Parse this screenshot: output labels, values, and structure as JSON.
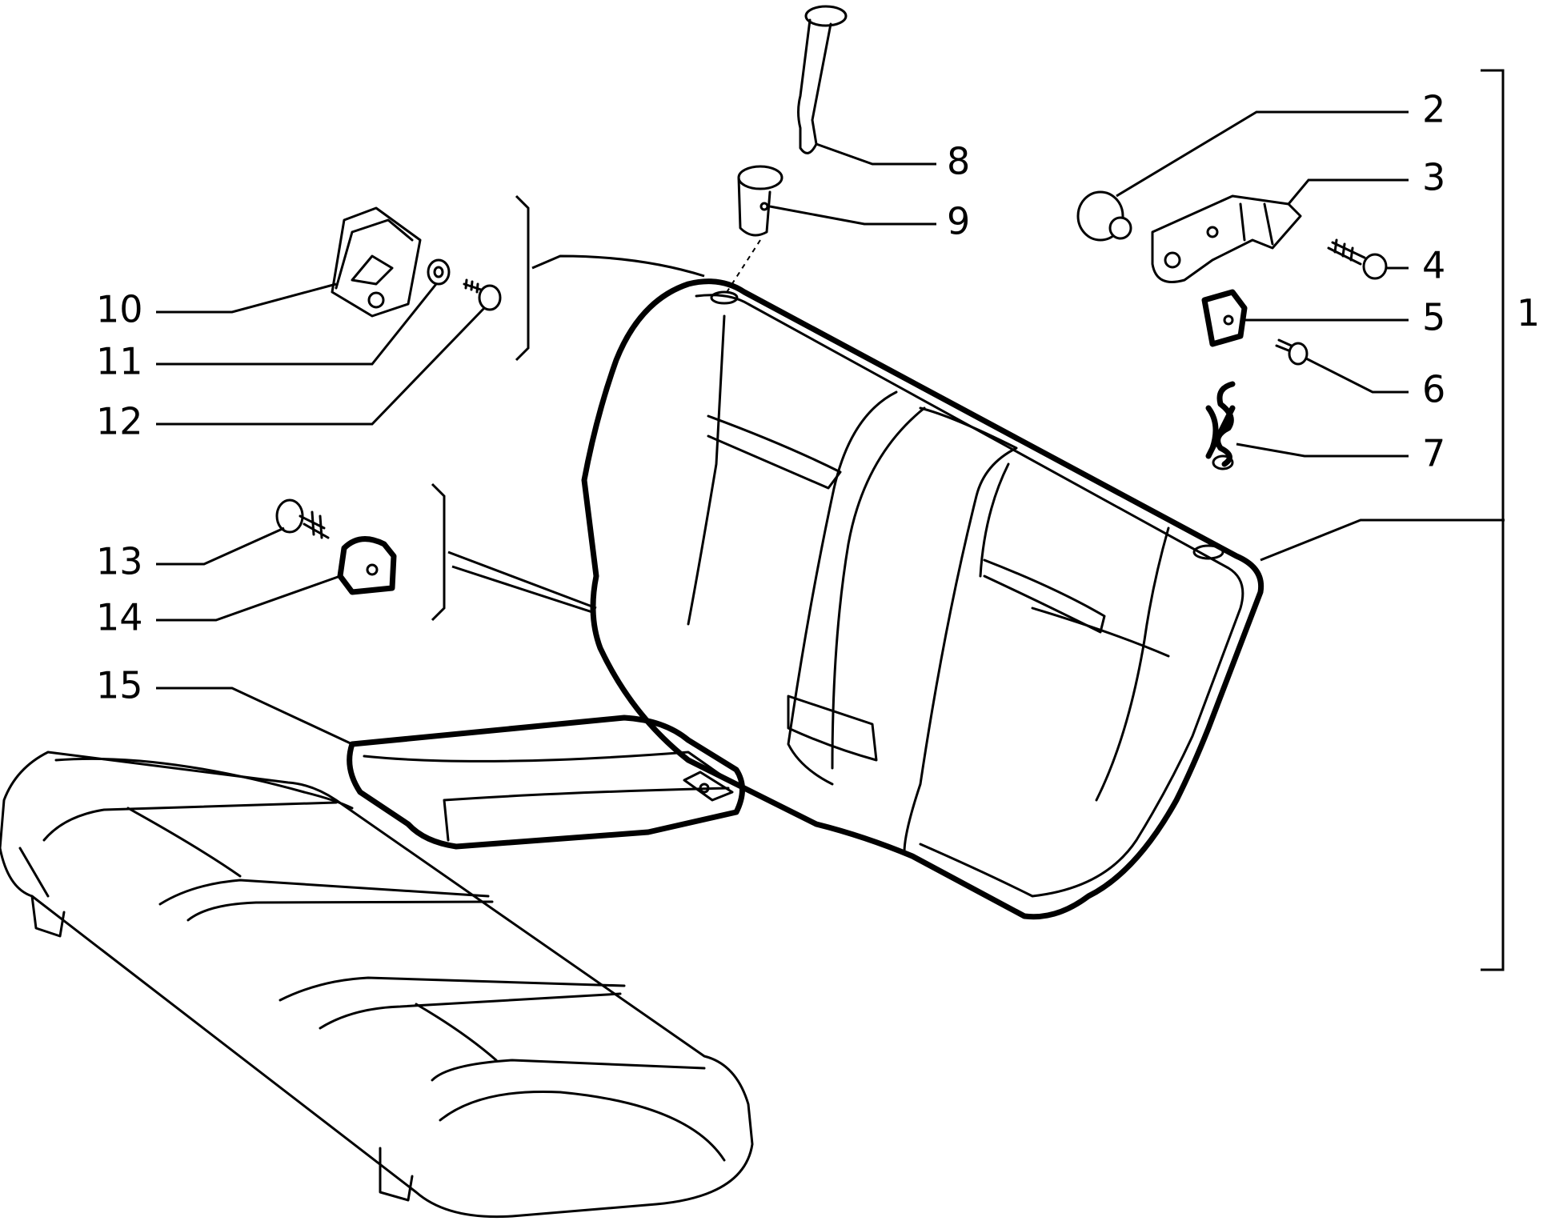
{
  "diagram": {
    "callouts": [
      {
        "id": "1",
        "label": "1"
      },
      {
        "id": "2",
        "label": "2"
      },
      {
        "id": "3",
        "label": "3"
      },
      {
        "id": "4",
        "label": "4"
      },
      {
        "id": "5",
        "label": "5"
      },
      {
        "id": "6",
        "label": "6"
      },
      {
        "id": "7",
        "label": "7"
      },
      {
        "id": "8",
        "label": "8"
      },
      {
        "id": "9",
        "label": "9"
      },
      {
        "id": "10",
        "label": "10"
      },
      {
        "id": "11",
        "label": "11"
      },
      {
        "id": "12",
        "label": "12"
      },
      {
        "id": "13",
        "label": "13"
      },
      {
        "id": "14",
        "label": "14"
      },
      {
        "id": "15",
        "label": "15"
      }
    ]
  },
  "colors": {
    "line": "#000000",
    "background": "#ffffff"
  }
}
